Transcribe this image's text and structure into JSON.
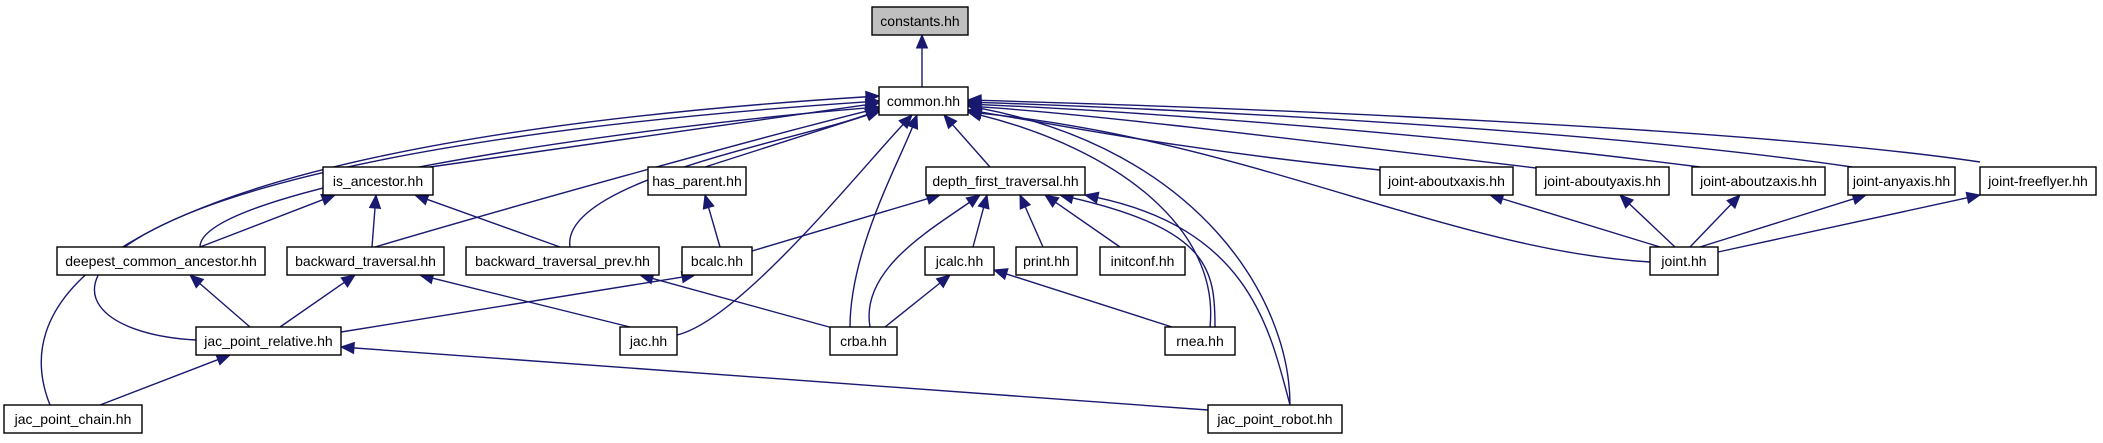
{
  "diagram": {
    "type": "include-dependency-graph",
    "colors": {
      "edge": "#191970",
      "root_fill": "#bfbfbf",
      "node_fill": "#ffffff",
      "node_border": "#000000"
    },
    "nodes": [
      {
        "id": "constants",
        "label": "constants.hh",
        "root": true
      },
      {
        "id": "common",
        "label": "common.hh"
      },
      {
        "id": "is_ancestor",
        "label": "is_ancestor.hh"
      },
      {
        "id": "has_parent",
        "label": "has_parent.hh"
      },
      {
        "id": "depth_first_traversal",
        "label": "depth_first_traversal.hh"
      },
      {
        "id": "joint_aboutxaxis",
        "label": "joint-aboutxaxis.hh"
      },
      {
        "id": "joint_aboutyaxis",
        "label": "joint-aboutyaxis.hh"
      },
      {
        "id": "joint_aboutzaxis",
        "label": "joint-aboutzaxis.hh"
      },
      {
        "id": "joint_anyaxis",
        "label": "joint-anyaxis.hh"
      },
      {
        "id": "joint_freeflyer",
        "label": "joint-freeflyer.hh"
      },
      {
        "id": "deepest_common_ancestor",
        "label": "deepest_common_ancestor.hh"
      },
      {
        "id": "backward_traversal",
        "label": "backward_traversal.hh"
      },
      {
        "id": "backward_traversal_prev",
        "label": "backward_traversal_prev.hh"
      },
      {
        "id": "bcalc",
        "label": "bcalc.hh"
      },
      {
        "id": "jcalc",
        "label": "jcalc.hh"
      },
      {
        "id": "print",
        "label": "print.hh"
      },
      {
        "id": "initconf",
        "label": "initconf.hh"
      },
      {
        "id": "joint",
        "label": "joint.hh"
      },
      {
        "id": "jac_point_relative",
        "label": "jac_point_relative.hh"
      },
      {
        "id": "jac",
        "label": "jac.hh"
      },
      {
        "id": "crba",
        "label": "crba.hh"
      },
      {
        "id": "rnea",
        "label": "rnea.hh"
      },
      {
        "id": "jac_point_chain",
        "label": "jac_point_chain.hh"
      },
      {
        "id": "jac_point_robot",
        "label": "jac_point_robot.hh"
      }
    ],
    "edges": [
      {
        "from": "common",
        "to": "constants"
      },
      {
        "from": "is_ancestor",
        "to": "common"
      },
      {
        "from": "has_parent",
        "to": "common"
      },
      {
        "from": "depth_first_traversal",
        "to": "common"
      },
      {
        "from": "joint_aboutxaxis",
        "to": "common"
      },
      {
        "from": "joint_aboutyaxis",
        "to": "common"
      },
      {
        "from": "joint_aboutzaxis",
        "to": "common"
      },
      {
        "from": "joint_anyaxis",
        "to": "common"
      },
      {
        "from": "joint_freeflyer",
        "to": "common"
      },
      {
        "from": "deepest_common_ancestor",
        "to": "common"
      },
      {
        "from": "backward_traversal",
        "to": "common"
      },
      {
        "from": "backward_traversal_prev",
        "to": "common"
      },
      {
        "from": "joint",
        "to": "common"
      },
      {
        "from": "jac_point_relative",
        "to": "common"
      },
      {
        "from": "jac",
        "to": "common"
      },
      {
        "from": "crba",
        "to": "common"
      },
      {
        "from": "rnea",
        "to": "common"
      },
      {
        "from": "jac_point_chain",
        "to": "common"
      },
      {
        "from": "jac_point_robot",
        "to": "common"
      },
      {
        "from": "deepest_common_ancestor",
        "to": "is_ancestor"
      },
      {
        "from": "backward_traversal",
        "to": "is_ancestor"
      },
      {
        "from": "backward_traversal_prev",
        "to": "is_ancestor"
      },
      {
        "from": "bcalc",
        "to": "has_parent"
      },
      {
        "from": "bcalc",
        "to": "depth_first_traversal"
      },
      {
        "from": "jcalc",
        "to": "depth_first_traversal"
      },
      {
        "from": "print",
        "to": "depth_first_traversal"
      },
      {
        "from": "initconf",
        "to": "depth_first_traversal"
      },
      {
        "from": "crba",
        "to": "depth_first_traversal"
      },
      {
        "from": "rnea",
        "to": "depth_first_traversal"
      },
      {
        "from": "jac_point_robot",
        "to": "depth_first_traversal"
      },
      {
        "from": "joint",
        "to": "joint_aboutxaxis"
      },
      {
        "from": "joint",
        "to": "joint_aboutyaxis"
      },
      {
        "from": "joint",
        "to": "joint_aboutzaxis"
      },
      {
        "from": "joint",
        "to": "joint_anyaxis"
      },
      {
        "from": "joint",
        "to": "joint_freeflyer"
      },
      {
        "from": "jac_point_relative",
        "to": "deepest_common_ancestor"
      },
      {
        "from": "jac_point_relative",
        "to": "backward_traversal"
      },
      {
        "from": "jac",
        "to": "backward_traversal"
      },
      {
        "from": "crba",
        "to": "backward_traversal_prev"
      },
      {
        "from": "jac_point_relative",
        "to": "bcalc"
      },
      {
        "from": "crba",
        "to": "jcalc"
      },
      {
        "from": "rnea",
        "to": "jcalc"
      },
      {
        "from": "jac_point_chain",
        "to": "jac_point_relative"
      },
      {
        "from": "jac_point_robot",
        "to": "jac_point_relative"
      }
    ]
  }
}
